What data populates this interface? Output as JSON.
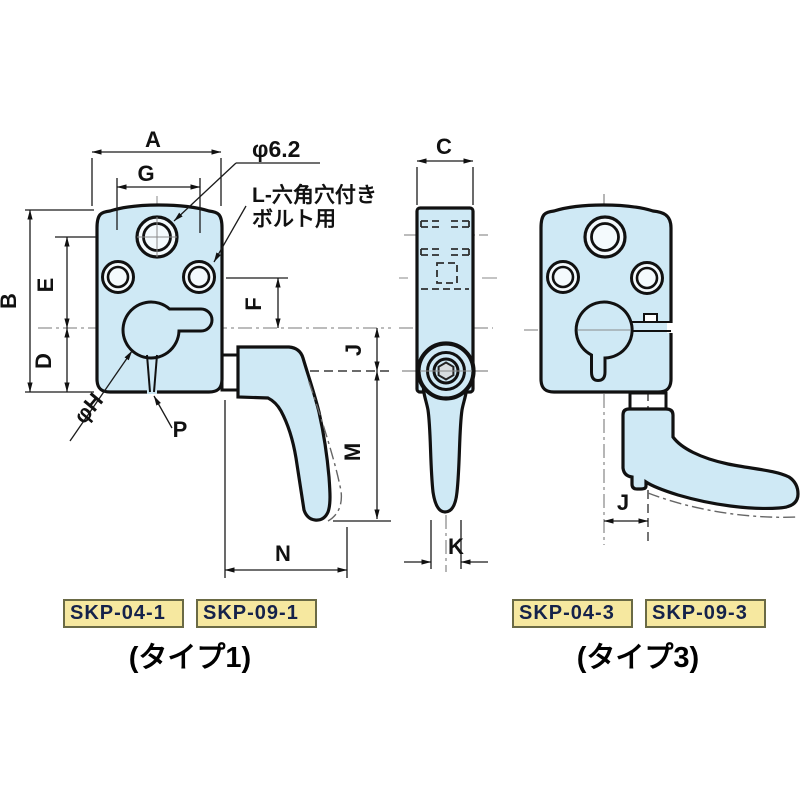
{
  "annotations": {
    "hole_diameter_label": "φ6.2",
    "bolt_note_line1": "L-六角穴付き",
    "bolt_note_line2": "ボルト用"
  },
  "dimension_labels": {
    "a": "A",
    "g": "G",
    "b": "B",
    "e": "E",
    "d": "D",
    "phi_h": "φH",
    "p": "P",
    "f": "F",
    "j_front": "J",
    "m": "M",
    "n": "N",
    "c": "C",
    "k": "K",
    "j_type3": "J"
  },
  "products": {
    "type1": {
      "models": [
        "SKP-04-1",
        "SKP-09-1"
      ],
      "caption": "(タイプ1)"
    },
    "type3": {
      "models": [
        "SKP-04-3",
        "SKP-09-3"
      ],
      "caption": "(タイプ3)"
    }
  },
  "colors": {
    "part_fill": "#cfe9f5",
    "hole_fill": "#f4fafd",
    "outline": "#111111",
    "centerline": "#7a7a7a",
    "tag_fill": "#f6e8a0",
    "tag_border": "#6a6a45",
    "tag_text": "#15224a",
    "background": "#ffffff"
  }
}
